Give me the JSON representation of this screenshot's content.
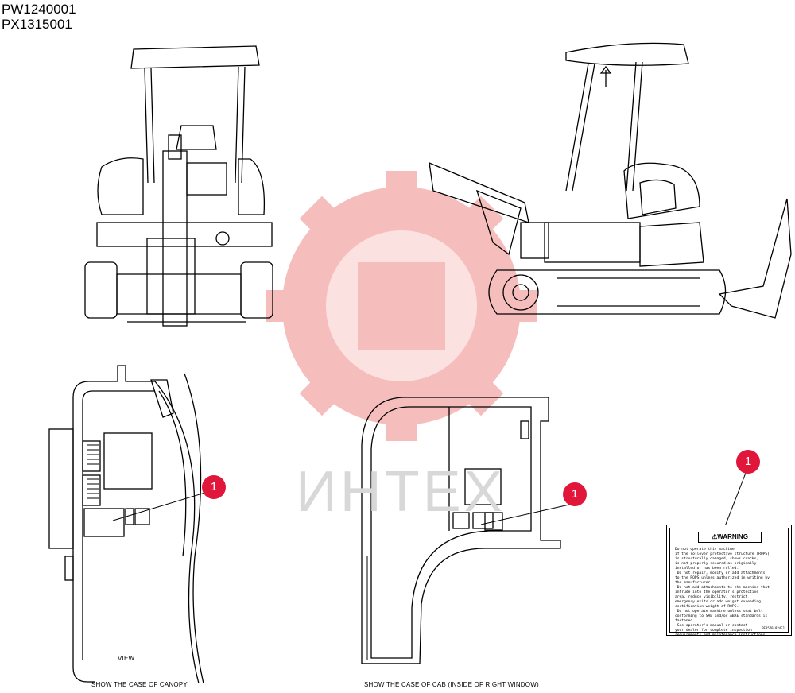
{
  "serials": [
    "PW1240001",
    "PX1315001"
  ],
  "watermark": "ИНТЕХ",
  "callouts": [
    "1",
    "1",
    "1"
  ],
  "captions": {
    "view": "VIEW",
    "canopy": "SHOW THE CASE OF CANOPY",
    "cab": "SHOW THE CASE OF CAB (INSIDE OF RIGHT WINDOW)"
  },
  "warning_label": {
    "header": "⚠WARNING",
    "body": "Do not operate this machine\nif the rollover protective structure (ROPS)\nis structurally damaged, shows cracks,\nis not properly secured as originally\ninstalled or has been rolled.\n Do not repair, modify or add attachments\nto the ROPS unless authorized in writing by\nthe manufacturer.\n Do not add attachments to the machine that\nintrude into the operator's protective\narea, reduce visibility, restrict\nemergency exits or add weight exceeding\ncertification weight of ROPS.\n Do not operate machine unless seat belt\nconforming to SAE and/or ABAE standards is\nfastened.\n See operator's manual or contact\nyour dealer for complete inspection\nrequirements and maintenance instructions.",
    "code": "PE85701824F1"
  },
  "colors": {
    "callout": "#e0173a",
    "watermark": "#f4a8a8",
    "line": "#000000"
  }
}
